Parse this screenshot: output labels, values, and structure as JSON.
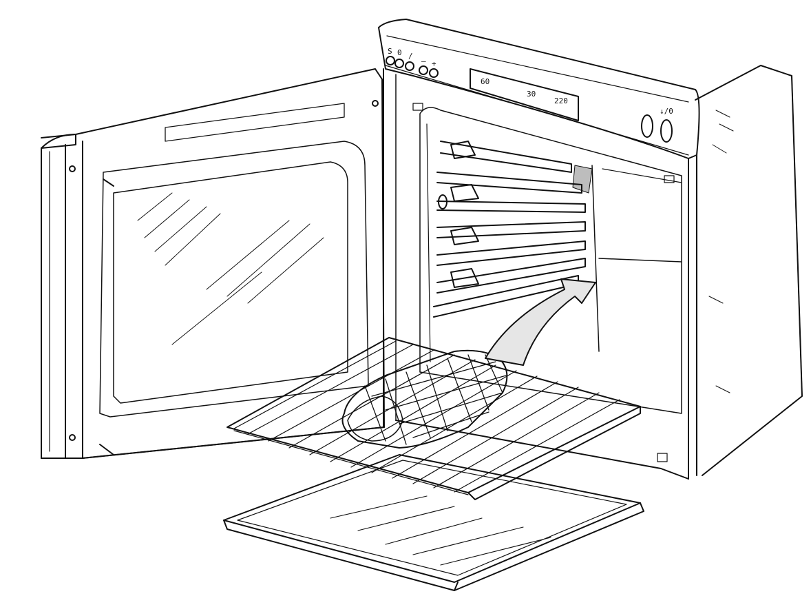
{
  "diagram": {
    "palette": {
      "ink": "#111111",
      "paper": "#ffffff",
      "shade": "#bdbdbd"
    },
    "control_panel": {
      "left_knob_labels": [
        "S",
        "0",
        "/",
        "–",
        "+"
      ],
      "display_labels": [
        "60",
        "30",
        "220"
      ],
      "right_knob_label": "↓/0"
    }
  }
}
